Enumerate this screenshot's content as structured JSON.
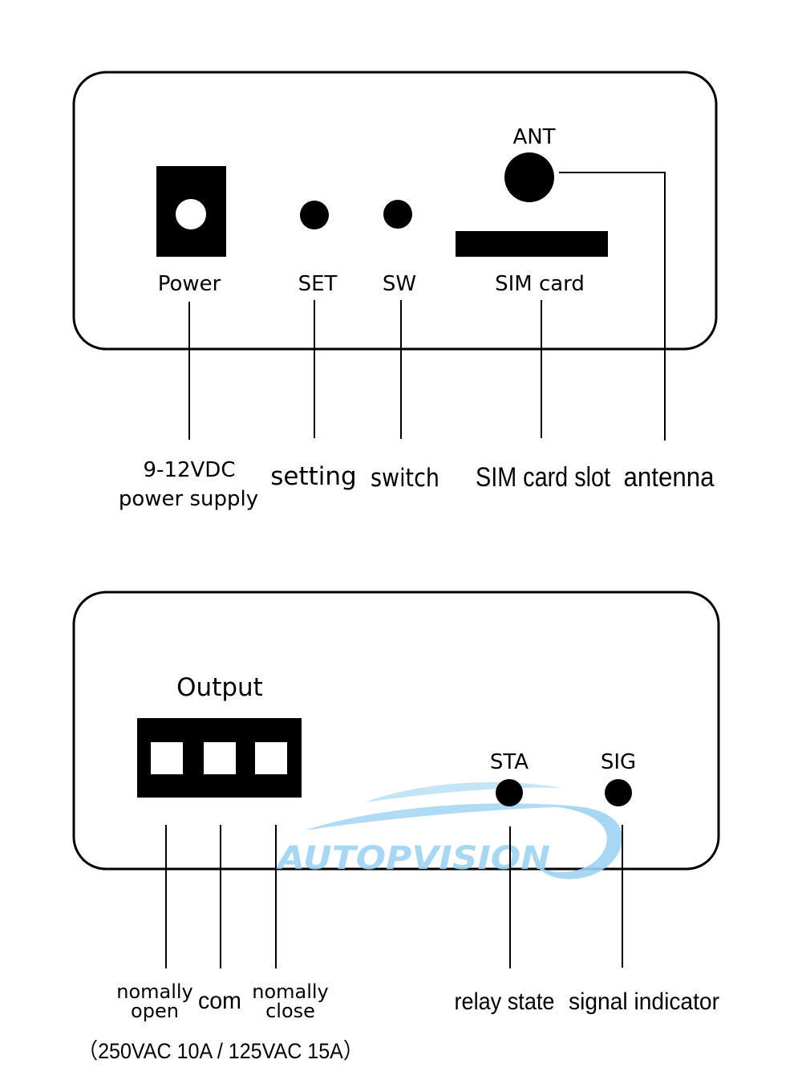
{
  "colors": {
    "ink": "#000000",
    "watermark": "#9fd3f2",
    "background": "#ffffff"
  },
  "top_panel": {
    "ports": {
      "power": "Power",
      "set": "SET",
      "sw": "SW",
      "sim": "SIM card",
      "ant": "ANT"
    },
    "descriptions": {
      "power_line1": "9-12VDC",
      "power_line2": "power  supply",
      "set": "setting",
      "sw": "switch",
      "sim": "SIM card slot",
      "ant": "antenna"
    }
  },
  "bottom_panel": {
    "output_title": "Output",
    "indicators": {
      "sta": "STA",
      "sig": "SIG"
    },
    "descriptions": {
      "no_line1": "nomally",
      "no_line2": "open",
      "com": "com",
      "nc_line1": "nomally",
      "nc_line2": "close",
      "sta": "relay state",
      "sig": "signal indicator",
      "rating": "（250VAC 10A / 125VAC 15A）"
    }
  },
  "watermark": {
    "text": "AUTOPVISION"
  }
}
